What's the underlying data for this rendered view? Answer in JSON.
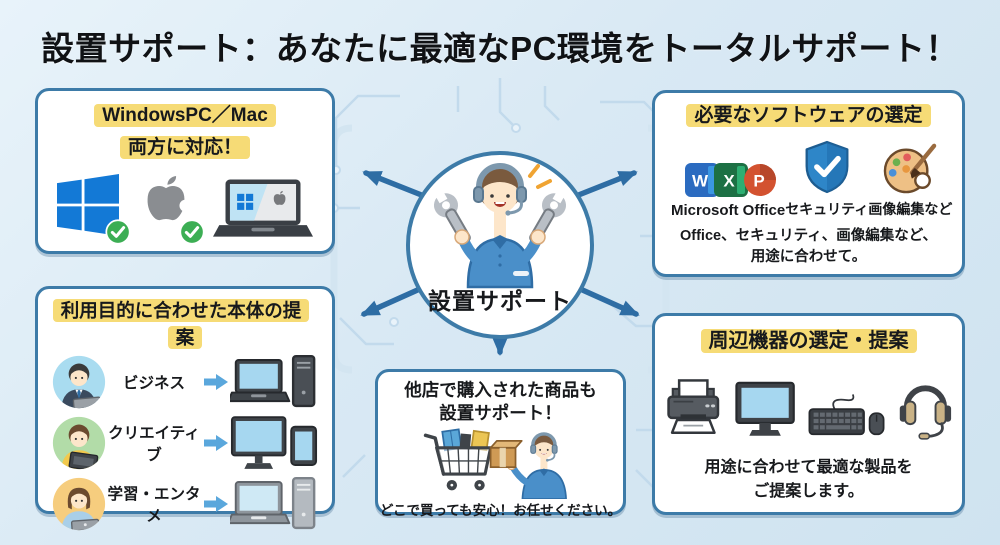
{
  "title": "設置サポート：あなたに最適なPC環境をトータルサポート！",
  "center": {
    "label": "設置サポート"
  },
  "boxes": {
    "os": {
      "line1": "WindowsPC／Mac",
      "line2": "両方に対応！"
    },
    "software": {
      "title": "必要なソフトウェアの選定",
      "icons": {
        "word": "W",
        "excel": "X",
        "powerpoint": "P"
      },
      "office_label": "Microsoft Office",
      "security_label": "セキュリティ",
      "image_label": "画像編集など",
      "note1": "Office、セキュリティ、画像編集など、",
      "note2": "用途に合わせて。"
    },
    "device": {
      "title": "利用目的に合わせた本体の提案",
      "rows": [
        {
          "label": "ビジネス"
        },
        {
          "label": "クリエイティブ"
        },
        {
          "label": "学習・エンタメ"
        }
      ]
    },
    "peripherals": {
      "title": "周辺機器の選定・提案",
      "note1": "用途に合わせて最適な製品を",
      "note2": "ご提案します。"
    },
    "other_store": {
      "title1": "他店で購入された商品も",
      "title2": "設置サポート！",
      "note": "どこで買っても安心！お任せください。"
    }
  },
  "colors": {
    "background": "#d9e9f4",
    "box_border": "#3d7ba8",
    "highlight_yellow": "#f6db76",
    "arrow_blue": "#2e6da4",
    "light_arrow_blue": "#5aa7dc",
    "check_green": "#3cae54",
    "windows_blue": "#1379d6",
    "shield_blue": "#2e86c8"
  }
}
